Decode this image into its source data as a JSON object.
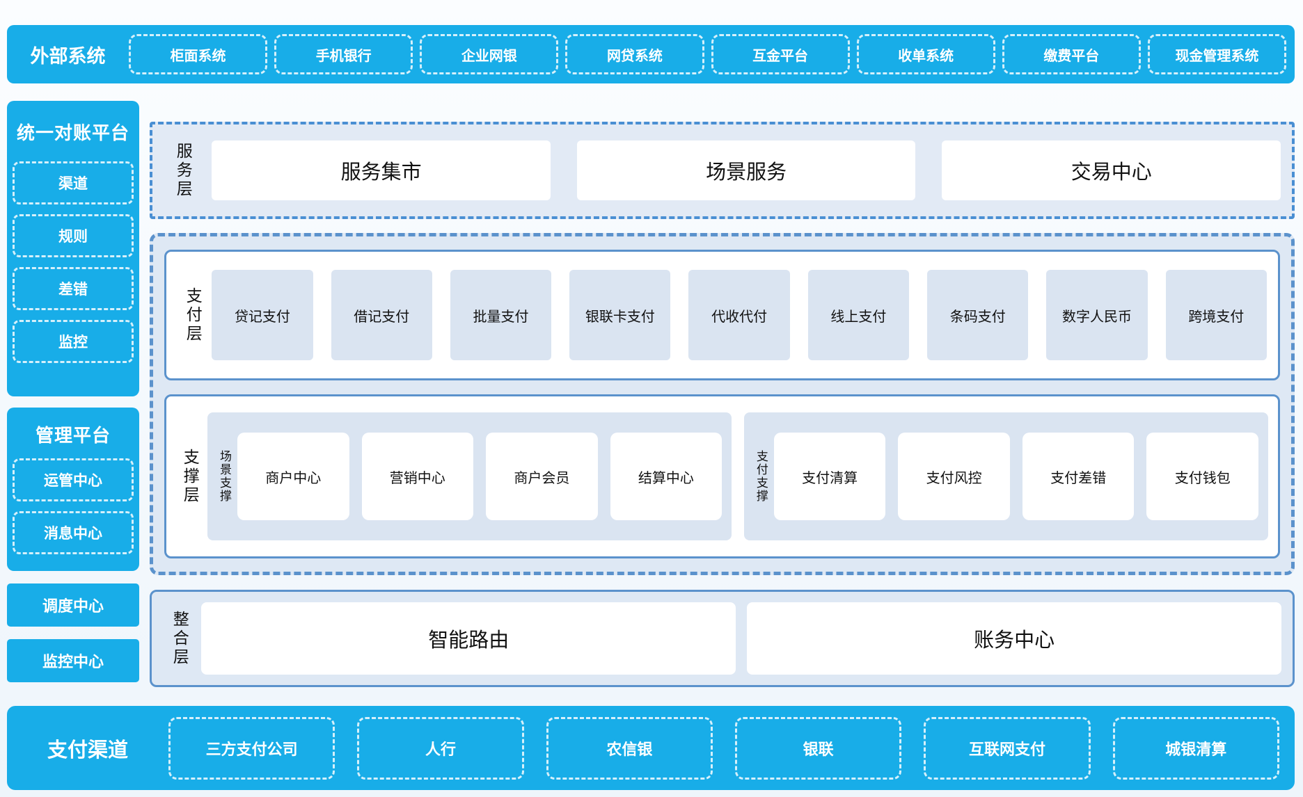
{
  "colors": {
    "brand_blue": "#18ADE8",
    "layer_panel_bg": "#DEE8F4",
    "layer_border": "#5B92CC",
    "service_dashdot_border": "#4A8FD3",
    "item_bg": "#DAE4F1",
    "text_dark": "#111111",
    "text_on_blue": "#FFFFFF"
  },
  "external_systems": {
    "title": "外部系统",
    "items": [
      "柜面系统",
      "手机银行",
      "企业网银",
      "网贷系统",
      "互金平台",
      "收单系统",
      "缴费平台",
      "现金管理系统"
    ]
  },
  "sidebar": {
    "reconciliation": {
      "title": "统一对账平台",
      "items": [
        "渠道",
        "规则",
        "差错",
        "监控"
      ]
    },
    "management": {
      "title": "管理平台",
      "items": [
        "运管中心",
        "消息中心"
      ]
    },
    "standalone": [
      "调度中心",
      "监控中心"
    ]
  },
  "service_layer": {
    "label": "服务层",
    "items": [
      "服务集市",
      "场景服务",
      "交易中心"
    ]
  },
  "payment_layer": {
    "label": "支付层",
    "items": [
      "贷记支付",
      "借记支付",
      "批量支付",
      "银联卡支付",
      "代收代付",
      "线上支付",
      "条码支付",
      "数字人民币",
      "跨境支付"
    ]
  },
  "support_layer": {
    "label": "支撑层",
    "groups": [
      {
        "label": "场景支撑",
        "items": [
          "商户中心",
          "营销中心",
          "商户会员",
          "结算中心"
        ]
      },
      {
        "label": "支付支撑",
        "items": [
          "支付清算",
          "支付风控",
          "支付差错",
          "支付钱包"
        ]
      }
    ]
  },
  "integration_layer": {
    "label": "整合层",
    "items": [
      "智能路由",
      "账务中心"
    ]
  },
  "payment_channels": {
    "title": "支付渠道",
    "items": [
      "三方支付公司",
      "人行",
      "农信银",
      "银联",
      "互联网支付",
      "城银清算"
    ]
  }
}
